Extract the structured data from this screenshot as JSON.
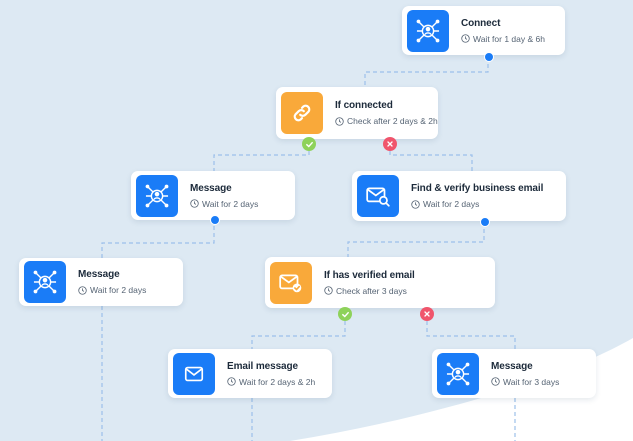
{
  "colors": {
    "background": "#dde9f3",
    "accent_blue": "#1a7cf7",
    "accent_orange": "#f9a93a",
    "success_green": "#8ed25a",
    "error_red": "#f0556c",
    "connector": "#9cc0ea"
  },
  "nodes": {
    "connect": {
      "title": "Connect",
      "sub": "Wait for 1 day & 6h",
      "icon": "network-icon"
    },
    "if_connected": {
      "title": "If connected",
      "sub": "Check after 2 days & 2h",
      "icon": "link-icon"
    },
    "message_1": {
      "title": "Message",
      "sub": "Wait for 2 days",
      "icon": "network-icon"
    },
    "find_verify": {
      "title": "Find & verify business email",
      "sub": "Wait for 2 days",
      "icon": "email-search-icon"
    },
    "message_2": {
      "title": "Message",
      "sub": "Wait for 2 days",
      "icon": "network-icon"
    },
    "if_verified": {
      "title": "If has verified email",
      "sub": "Check after 3 days",
      "icon": "email-check-icon"
    },
    "email_message": {
      "title": "Email message",
      "sub": "Wait for 2 days & 2h",
      "icon": "envelope-icon"
    },
    "message_3": {
      "title": "Message",
      "sub": "Wait for 3 days",
      "icon": "network-icon"
    }
  }
}
